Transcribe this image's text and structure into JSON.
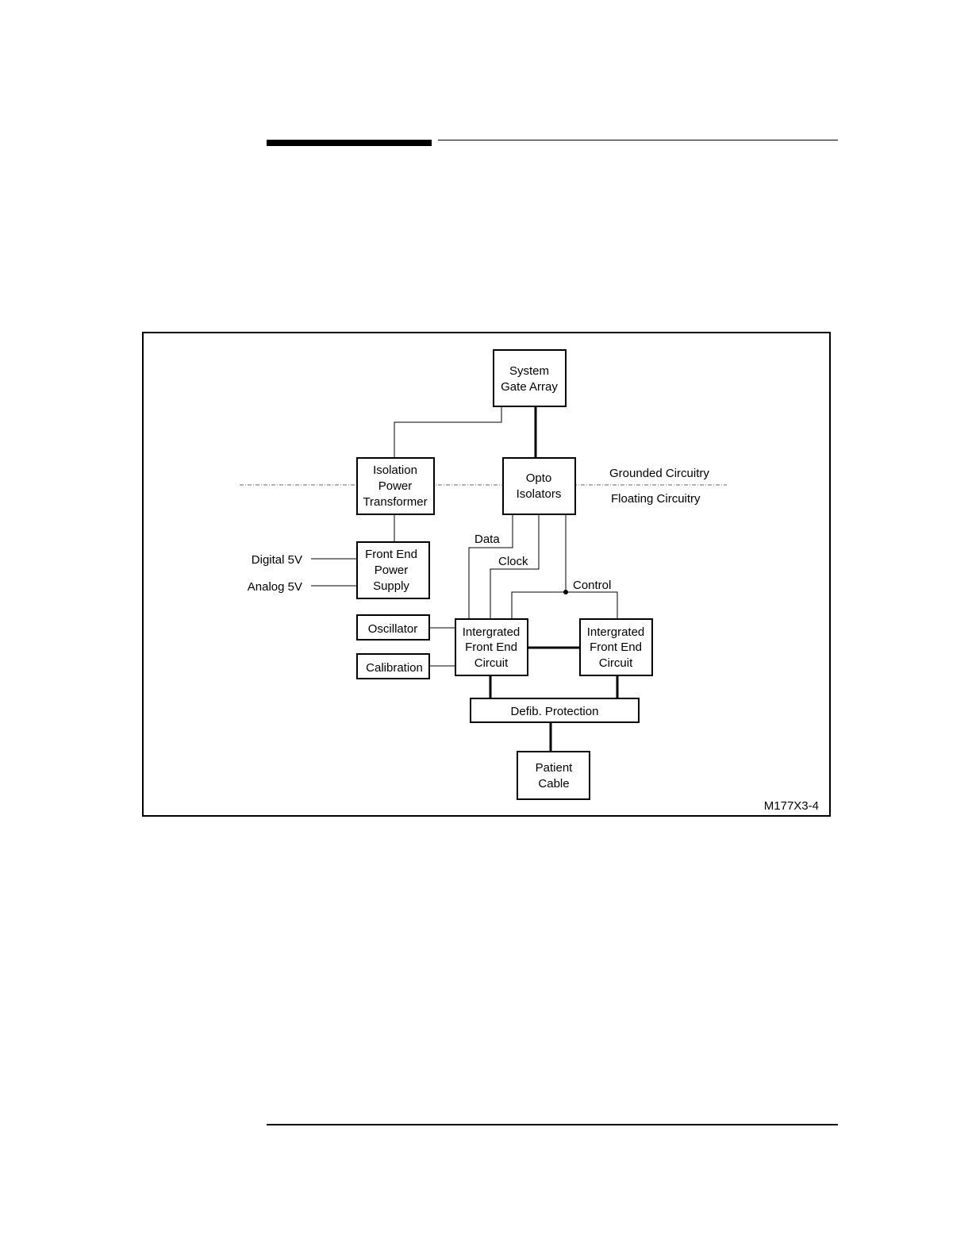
{
  "blocks": {
    "system_gate_array": [
      "System",
      "Gate Array"
    ],
    "isolation_power_transformer": [
      "Isolation",
      "Power",
      "Transformer"
    ],
    "opto_isolators": [
      "Opto",
      "Isolators"
    ],
    "front_end_power_supply": [
      "Front End",
      "Power",
      "Supply"
    ],
    "oscillator": [
      "Oscillator"
    ],
    "calibration": [
      "Calibration"
    ],
    "integrated_front_end_1": [
      "Intergrated",
      "Front End",
      "Circuit"
    ],
    "integrated_front_end_2": [
      "Intergrated",
      "Front End",
      "Circuit"
    ],
    "defib_protection": [
      "Defib. Protection"
    ],
    "patient_cable": [
      "Patient",
      "Cable"
    ]
  },
  "labels": {
    "grounded": "Grounded Circuitry",
    "floating": "Floating Circuitry",
    "digital_5v": "Digital 5V",
    "analog_5v": "Analog 5V",
    "data": "Data",
    "clock": "Clock",
    "control": "Control",
    "figure_id": "M177X3-4"
  }
}
